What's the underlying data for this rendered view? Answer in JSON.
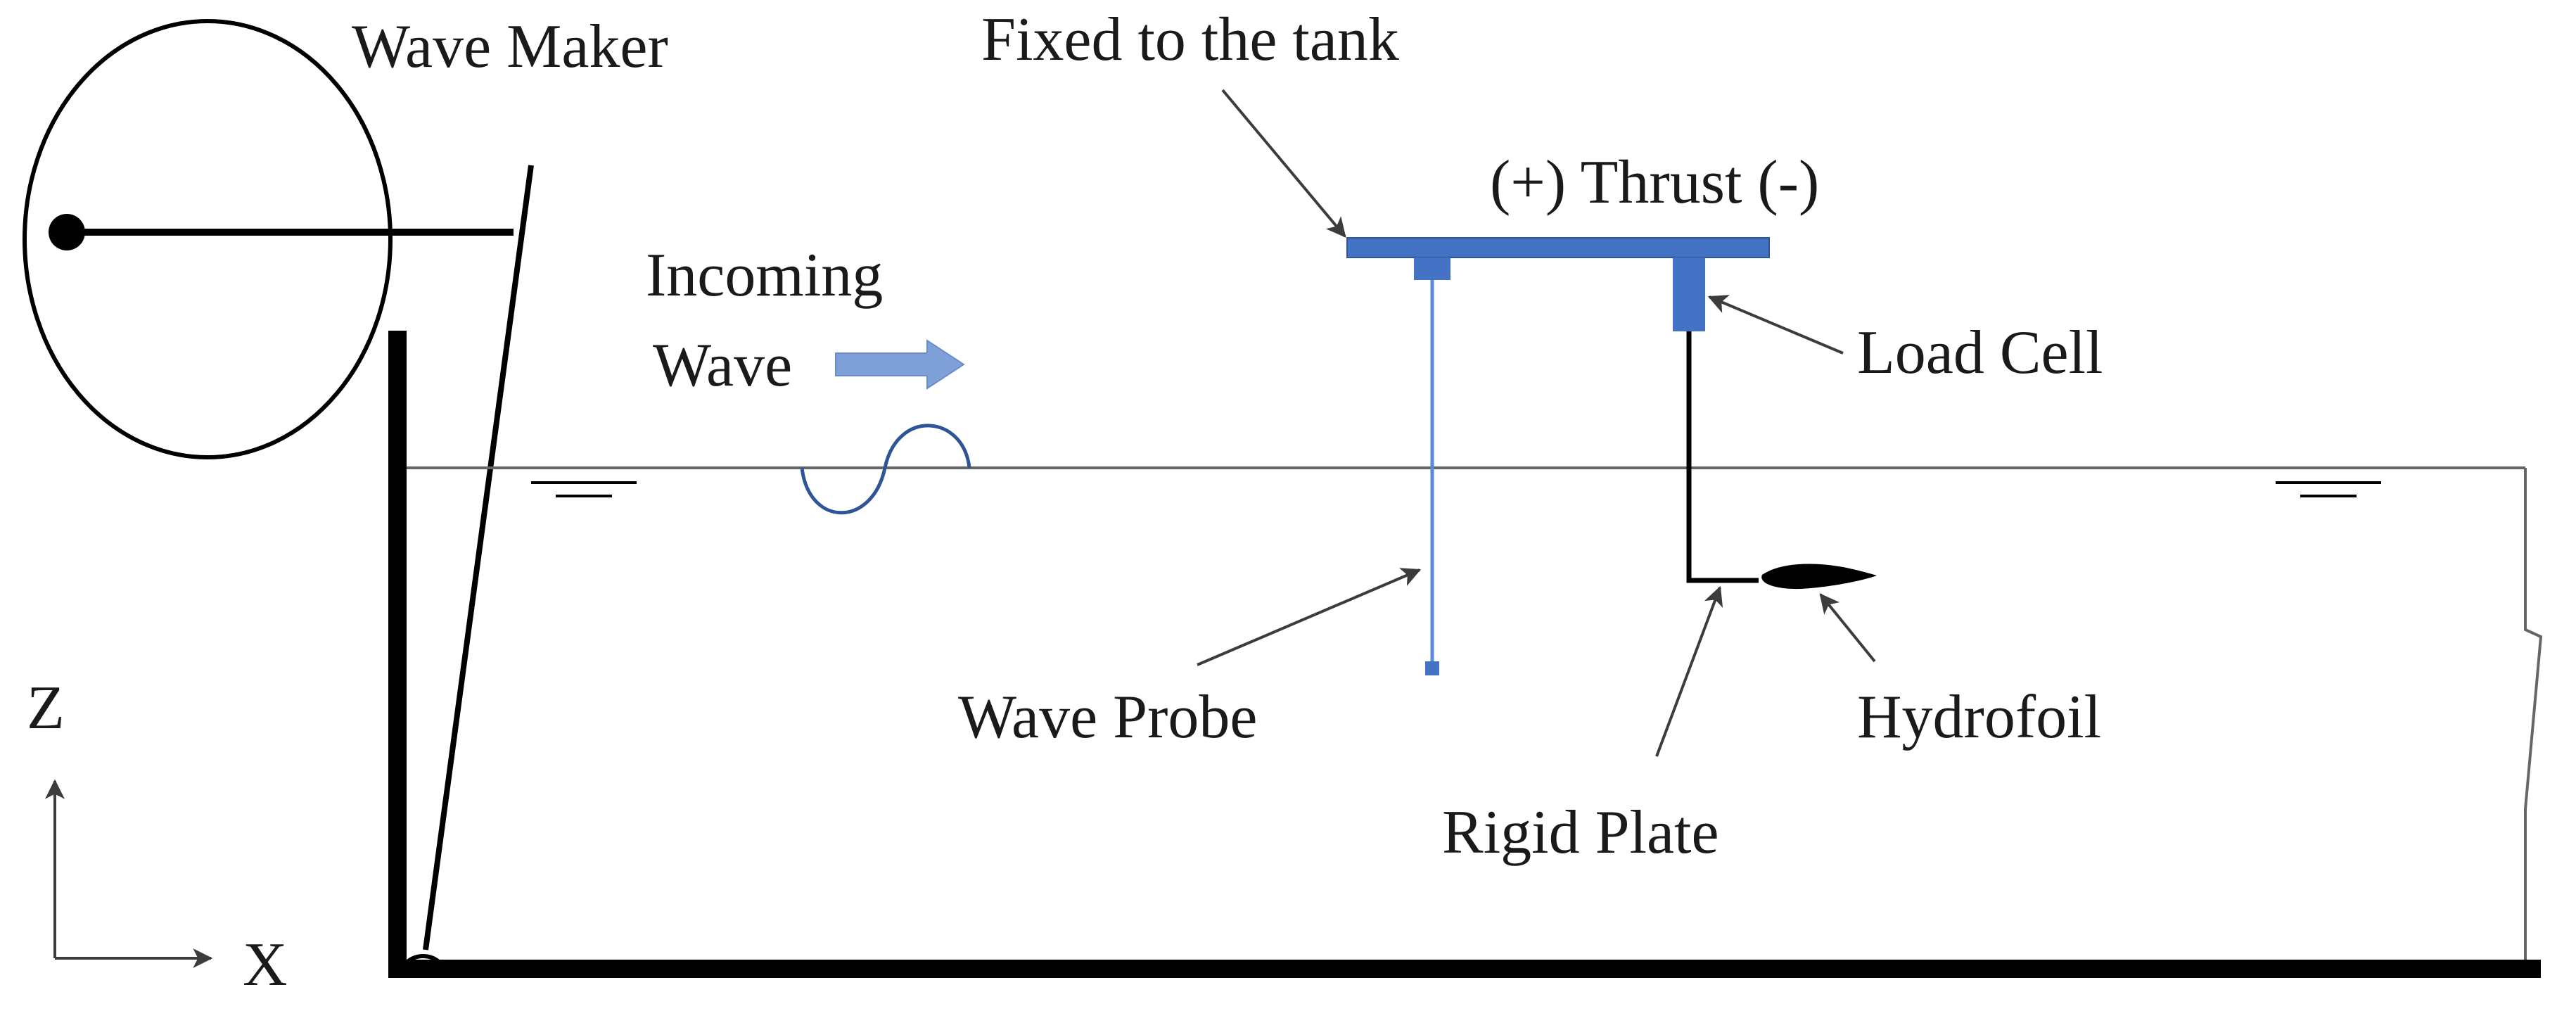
{
  "labels": {
    "wave_maker": "Wave Maker",
    "fixed_to_tank": "Fixed to the tank",
    "thrust": "(+) Thrust (-)",
    "incoming": "Incoming",
    "wave": "Wave",
    "load_cell": "Load Cell",
    "wave_probe": "Wave Probe",
    "hydrofoil": "Hydrofoil",
    "rigid_plate": "Rigid Plate",
    "axis_z": "Z",
    "axis_x": "X"
  },
  "colors": {
    "ink": "#000000",
    "blue": "#4472c4",
    "probe_blue": "#5b8ad6",
    "arrow_fill": "#7fa0d8",
    "pointer": "#3c3c3c"
  }
}
